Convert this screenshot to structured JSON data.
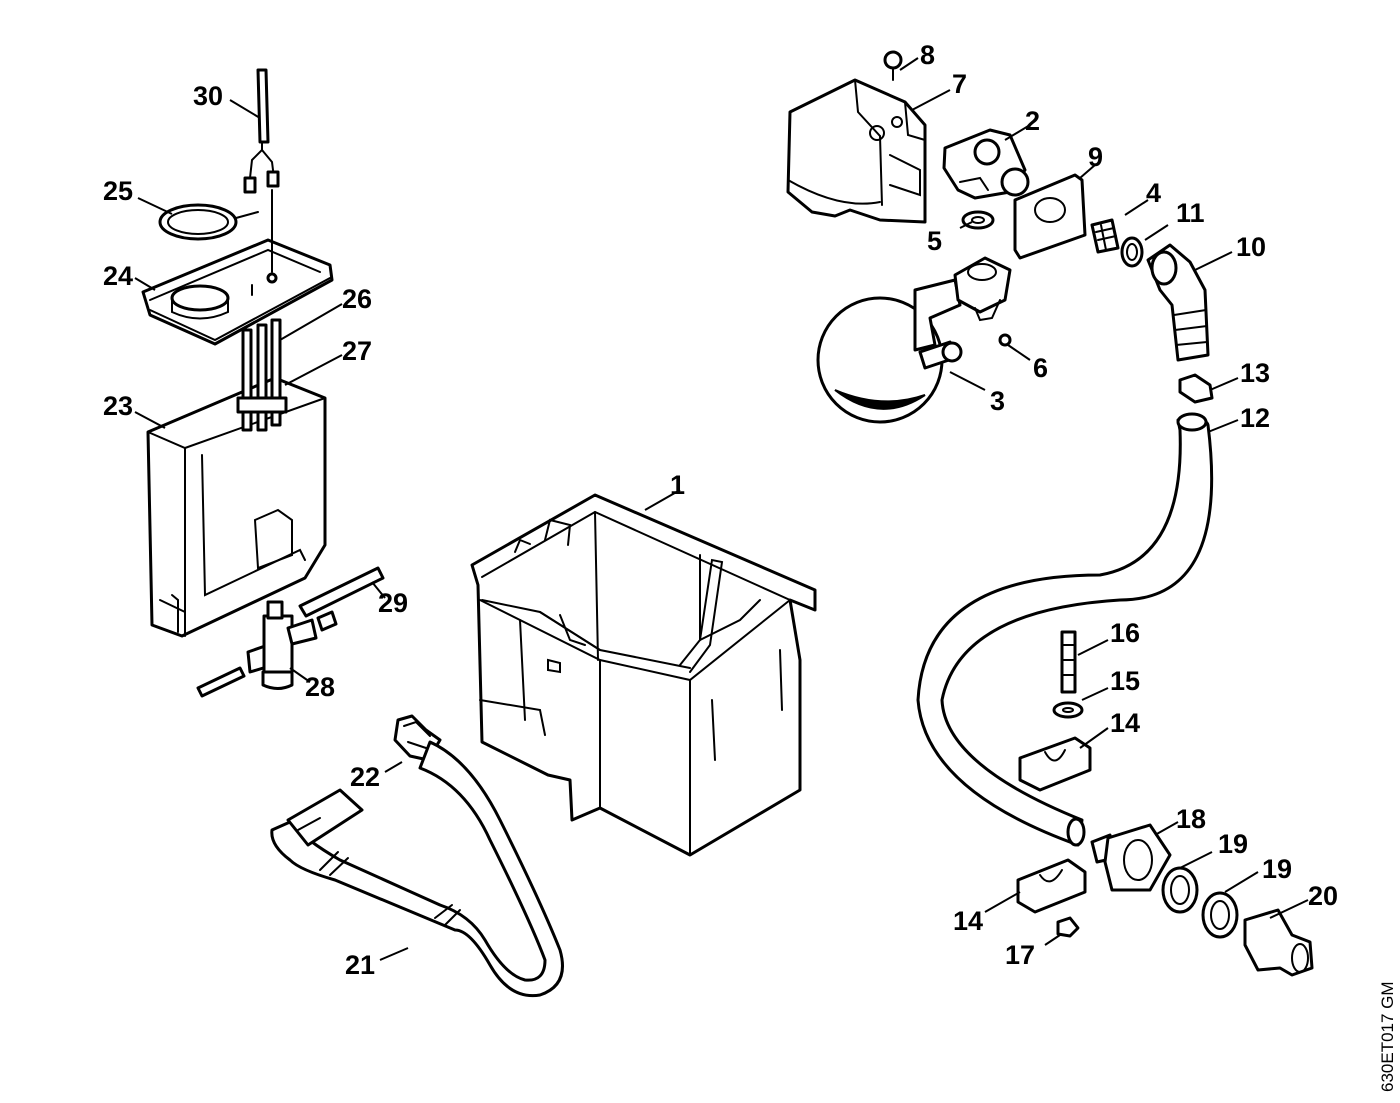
{
  "drawing_code": "630ET017 GM",
  "colors": {
    "line": "#000000",
    "background": "#ffffff"
  },
  "callouts": [
    {
      "id": "c1",
      "text": "1"
    },
    {
      "id": "c2",
      "text": "2"
    },
    {
      "id": "c3",
      "text": "3"
    },
    {
      "id": "c4",
      "text": "4"
    },
    {
      "id": "c5",
      "text": "5"
    },
    {
      "id": "c6",
      "text": "6"
    },
    {
      "id": "c7",
      "text": "7"
    },
    {
      "id": "c8",
      "text": "8"
    },
    {
      "id": "c9",
      "text": "9"
    },
    {
      "id": "c10",
      "text": "10"
    },
    {
      "id": "c11",
      "text": "11"
    },
    {
      "id": "c12",
      "text": "12"
    },
    {
      "id": "c13",
      "text": "13"
    },
    {
      "id": "c14a",
      "text": "14"
    },
    {
      "id": "c14b",
      "text": "14"
    },
    {
      "id": "c15",
      "text": "15"
    },
    {
      "id": "c16",
      "text": "16"
    },
    {
      "id": "c17",
      "text": "17"
    },
    {
      "id": "c18",
      "text": "18"
    },
    {
      "id": "c19a",
      "text": "19"
    },
    {
      "id": "c19b",
      "text": "19"
    },
    {
      "id": "c20",
      "text": "20"
    },
    {
      "id": "c21",
      "text": "21"
    },
    {
      "id": "c22",
      "text": "22"
    },
    {
      "id": "c23",
      "text": "23"
    },
    {
      "id": "c24",
      "text": "24"
    },
    {
      "id": "c25",
      "text": "25"
    },
    {
      "id": "c26",
      "text": "26"
    },
    {
      "id": "c27",
      "text": "27"
    },
    {
      "id": "c28",
      "text": "28"
    },
    {
      "id": "c29",
      "text": "29"
    },
    {
      "id": "c30",
      "text": "30"
    }
  ]
}
